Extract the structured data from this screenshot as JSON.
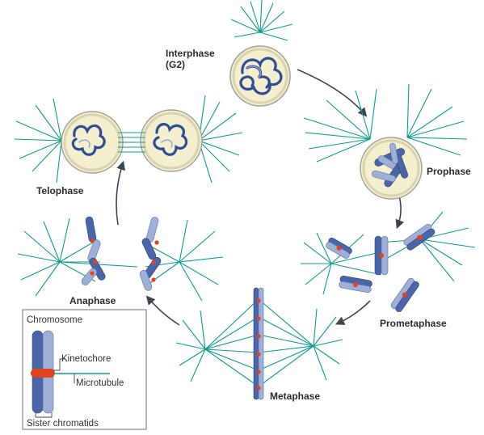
{
  "stages": {
    "interphase": "Interphase",
    "interphase_sub": "(G2)",
    "prophase": "Prophase",
    "prometaphase": "Prometaphase",
    "metaphase": "Metaphase",
    "anaphase": "Anaphase",
    "telophase": "Telophase"
  },
  "legend": {
    "title": "Chromosome",
    "kinetochore": "Kinetochore",
    "microtubule": "Microtubule",
    "sister_chromatids": "Sister chromatids"
  },
  "colors": {
    "microtubule": "#0f9c8e",
    "chromatid_dark": "#4a66a8",
    "chromatid_light": "#9fb0d8",
    "kinetochore": "#e2431f",
    "cell_fill": "#f4efcf",
    "arrow": "#3d4650"
  }
}
